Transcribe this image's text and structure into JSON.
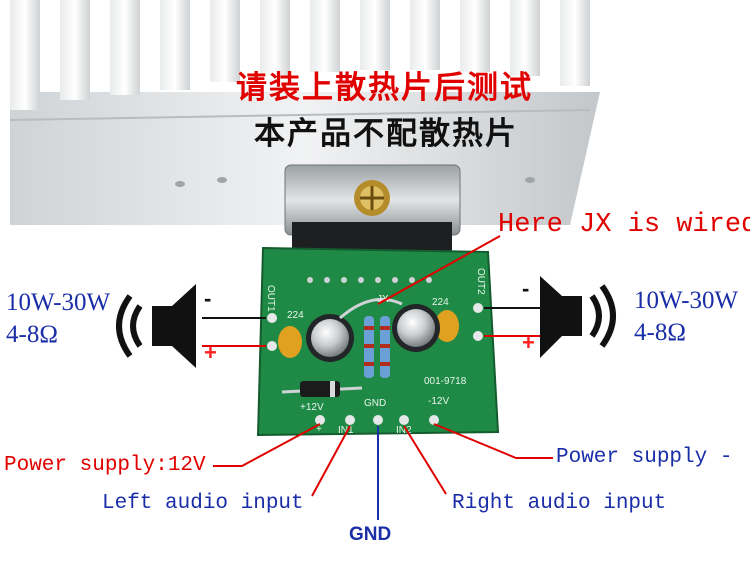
{
  "notice": {
    "line1": "请装上散热片后测试",
    "line2": "本产品不配散热片"
  },
  "jx_note": "Here JX is wired",
  "left_speaker": {
    "power": "10W-30W",
    "impedance": "4-8Ω",
    "minus": "-",
    "plus": "+"
  },
  "right_speaker": {
    "power": "10W-30W",
    "impedance": "4-8Ω",
    "minus": "-",
    "plus": "+"
  },
  "labels": {
    "power_pos": "Power supply:12V",
    "power_neg": "Power supply -",
    "left_in": "Left audio input",
    "right_in": "Right audio input",
    "gnd": "GND"
  },
  "board_silk": {
    "out1": "OUT1",
    "out2": "OUT2",
    "jx": "JX",
    "cap_left": "224",
    "cap_right": "224",
    "code": "001-9718",
    "plus12": "+12V",
    "plus_sign": "+",
    "gnd": "GND",
    "minus12": "-12V",
    "in1": "IN1",
    "in2": "IN2"
  },
  "colors": {
    "red": "#e00000",
    "blue": "#1a2ea8",
    "pcb": "#1f8a45"
  }
}
